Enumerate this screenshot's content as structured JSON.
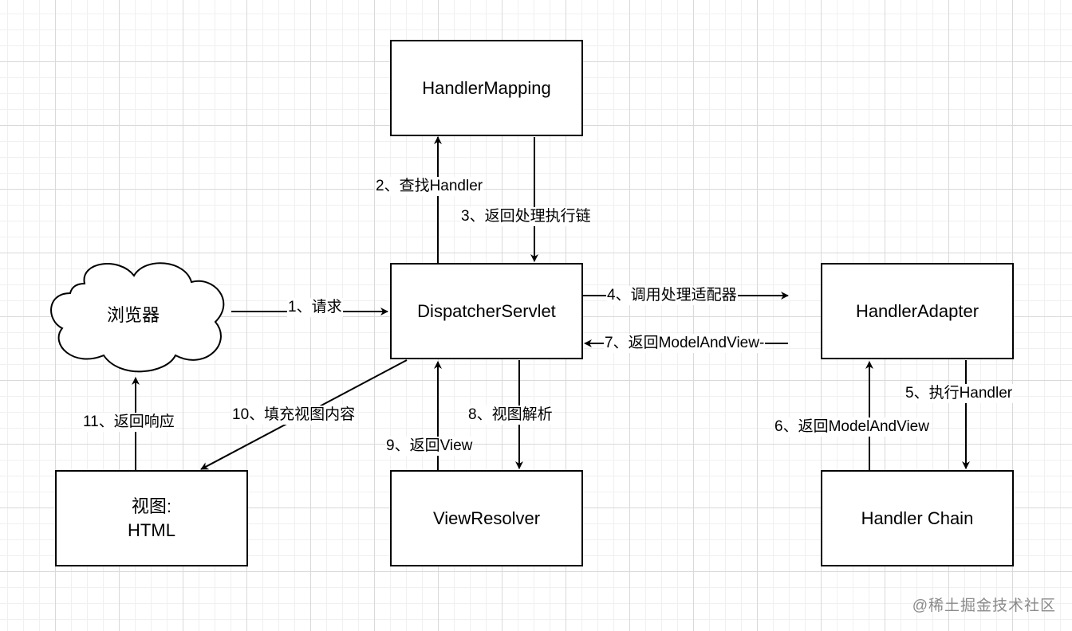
{
  "nodes": {
    "handler_mapping": "HandlerMapping",
    "dispatcher_servlet": "DispatcherServlet",
    "handler_adapter": "HandlerAdapter",
    "browser": "浏览器",
    "view": "视图:\nHTML",
    "view_resolver": "ViewResolver",
    "handler_chain": "Handler Chain"
  },
  "edges": {
    "e1": "1、请求",
    "e2": "2、查找Handler",
    "e3": "3、返回处理执行链",
    "e4": "4、调用处理适配器",
    "e5": "5、执行Handler",
    "e6": "6、返回ModelAndView",
    "e7": "7、返回ModelAndView-",
    "e8": "8、视图解析",
    "e9": "9、返回View",
    "e10": "10、填充视图内容",
    "e11": "11、返回响应"
  },
  "watermark": "@稀土掘金技术社区"
}
